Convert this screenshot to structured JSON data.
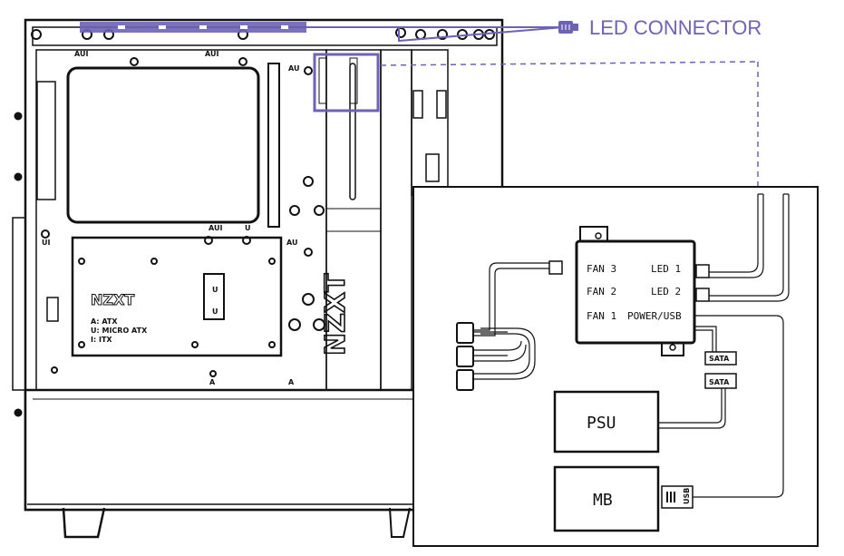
{
  "callout": {
    "label": "LED CONNECTOR"
  },
  "case_labels": {
    "brand_plate": "NZXT",
    "brand_front": "NZXT",
    "legend_a": "A: ATX",
    "legend_u": "U: MICRO ATX",
    "legend_i": "I: ITX",
    "mark_aui_1": "AUI",
    "mark_aui_2": "AUI",
    "mark_au_1": "AU",
    "mark_aui_3": "AUI",
    "mark_u_1": "U",
    "mark_ui": "UI",
    "mark_au_2": "AU",
    "mark_u_2": "U",
    "mark_u_3": "U",
    "mark_a_1": "A",
    "mark_a_2": "A"
  },
  "controller": {
    "fan3": "FAN 3",
    "fan2": "FAN 2",
    "fan1": "FAN 1",
    "led1": "LED 1",
    "led2": "LED 2",
    "power_usb": "POWER/USB"
  },
  "connectors": {
    "sata_1": "SATA",
    "sata_2": "SATA",
    "usb": "USB"
  },
  "components": {
    "psu": "PSU",
    "mb": "MB"
  },
  "colors": {
    "accent": "#6e62b6",
    "line": "#111111"
  }
}
